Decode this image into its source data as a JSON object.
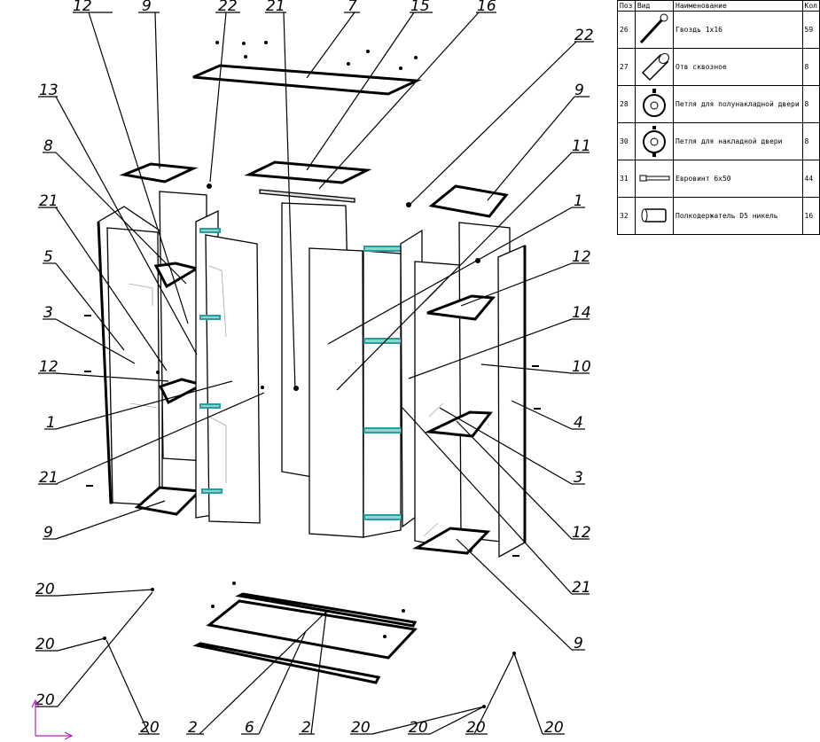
{
  "table": {
    "headers": [
      "Поз",
      "Вид",
      "Наименование",
      "Кол"
    ],
    "rows": [
      {
        "pos": "26",
        "icon": "nail-icon",
        "name": "Гвоздь 1х16",
        "qty": "59"
      },
      {
        "pos": "27",
        "icon": "dowel-icon",
        "name": "Отв сквозное",
        "qty": "8"
      },
      {
        "pos": "28",
        "icon": "half-overlay-hinge-icon",
        "name": "Петля для полунакладной двери",
        "qty": "8"
      },
      {
        "pos": "30",
        "icon": "overlay-hinge-icon",
        "name": "Петля для накладной двери",
        "qty": "8"
      },
      {
        "pos": "31",
        "icon": "euroscrew-icon",
        "name": "Евровинт 6х50",
        "qty": "44"
      },
      {
        "pos": "32",
        "icon": "shelf-support-icon",
        "name": "Полкодержатель D5 никель",
        "qty": "16"
      }
    ]
  },
  "callouts": {
    "c12a": "12",
    "c9a": "9",
    "c22a": "22",
    "c21a": "21",
    "c7": "7",
    "c15": "15",
    "c16": "16",
    "c22b": "22",
    "c9b": "9",
    "c13": "13",
    "c8": "8",
    "c11": "11",
    "c21b": "21",
    "c1a": "1",
    "c5": "5",
    "c12b": "12",
    "c3a": "3",
    "c14": "14",
    "c12c": "12",
    "c10": "10",
    "c1b": "1",
    "c4": "4",
    "c21c": "21",
    "c3b": "3",
    "c9c": "9",
    "c12d": "12",
    "c21d": "21",
    "c9d": "9",
    "c20a": "20",
    "c20b": "20",
    "c20c": "20",
    "c20d": "20",
    "c2a": "2",
    "c6": "6",
    "c2b": "2",
    "c20e": "20",
    "c20f": "20",
    "c20g": "20",
    "c20h": "20"
  },
  "colors": {
    "hinge": "#2a9d9d",
    "axis_x": "#b020b0",
    "line": "#000000"
  }
}
